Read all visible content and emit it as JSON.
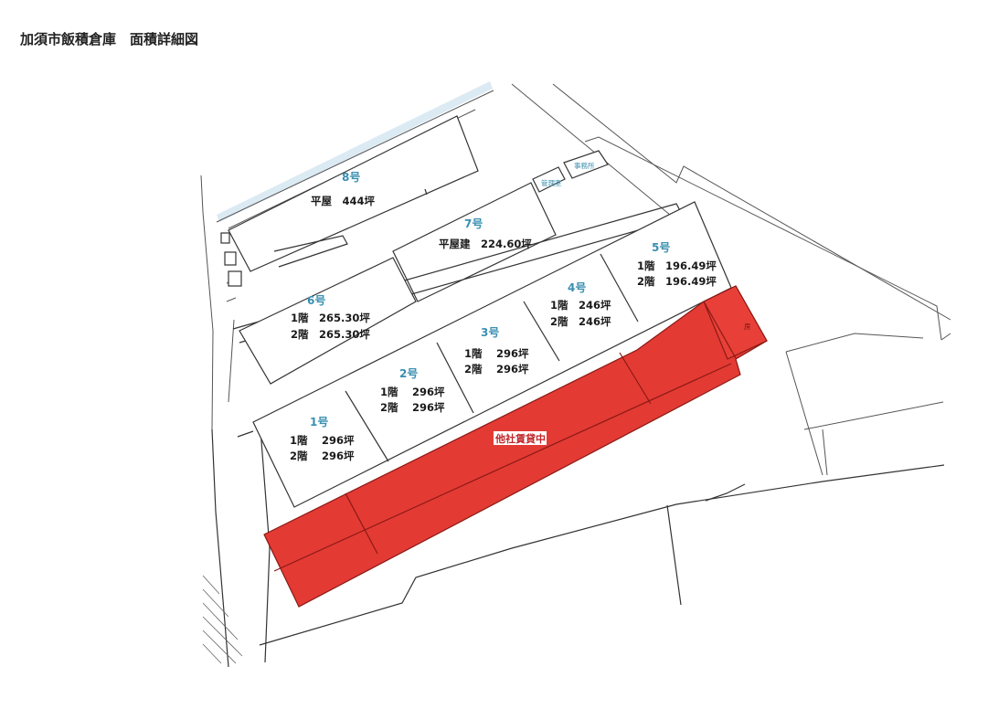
{
  "title": "加須市飯積倉庫　面積詳細図",
  "colors": {
    "building_number": "#3a8fb0",
    "leased_area": "#e43a34",
    "canal": "#dbeaf3",
    "outline": "#333333"
  },
  "buildings": {
    "b8": {
      "number": "8号",
      "line1": "平屋　444坪"
    },
    "b7": {
      "number": "7号",
      "line1": "平屋建　224.60坪"
    },
    "b6": {
      "number": "6号",
      "line1": "1階　265.30坪",
      "line2": "2階　265.30坪"
    },
    "b5": {
      "number": "5号",
      "line1": "1階　196.49坪",
      "line2": "2階　196.49坪"
    },
    "b4": {
      "number": "4号",
      "line1": "1階　246坪",
      "line2": "2階　246坪"
    },
    "b3": {
      "number": "3号",
      "line1": "1階　 296坪",
      "line2": "2階　 296坪"
    },
    "b2": {
      "number": "2号",
      "line1": "1階　 296坪",
      "line2": "2階　 296坪"
    },
    "b1": {
      "number": "1号",
      "line1": "1階　 296坪",
      "line2": "2階　 296坪"
    }
  },
  "facilities": {
    "management": "管理室",
    "office": "事務所"
  },
  "leased": {
    "label": "他社賃貸中",
    "corner_mark": "房"
  }
}
